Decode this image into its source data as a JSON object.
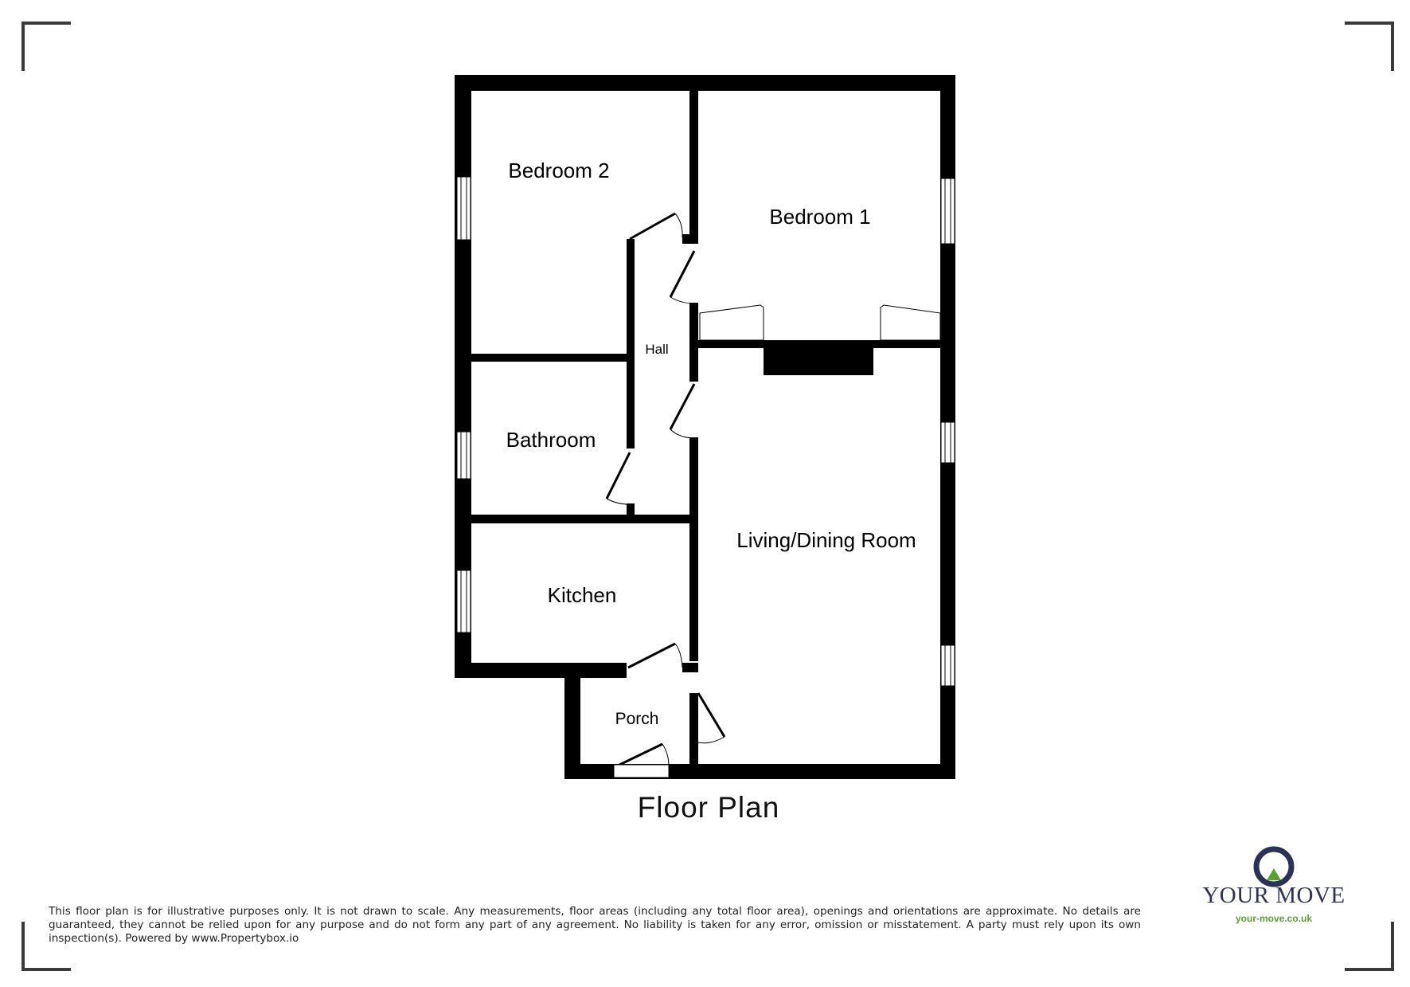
{
  "rooms": {
    "bedroom2": "Bedroom 2",
    "bedroom1": "Bedroom 1",
    "hall": "Hall",
    "bathroom": "Bathroom",
    "kitchen": "Kitchen",
    "living": "Living/Dining Room",
    "porch": "Porch"
  },
  "title": "Floor Plan",
  "disclaimer": "This floor plan is for illustrative purposes only. It is not drawn to scale. Any measurements, floor areas (including any total floor area), openings and orientations are approximate. No details are guaranteed, they cannot be relied upon for any purpose and do not form any part of any agreement. No liability is taken for any error, omission or misstatement. A party must rely upon its own inspection(s). Powered by www.Propertybox.io",
  "logo": {
    "name": "YOUR MOVE",
    "url": "your-move.co.uk",
    "colors": {
      "navy": "#2a3356",
      "green": "#5aa032"
    }
  }
}
